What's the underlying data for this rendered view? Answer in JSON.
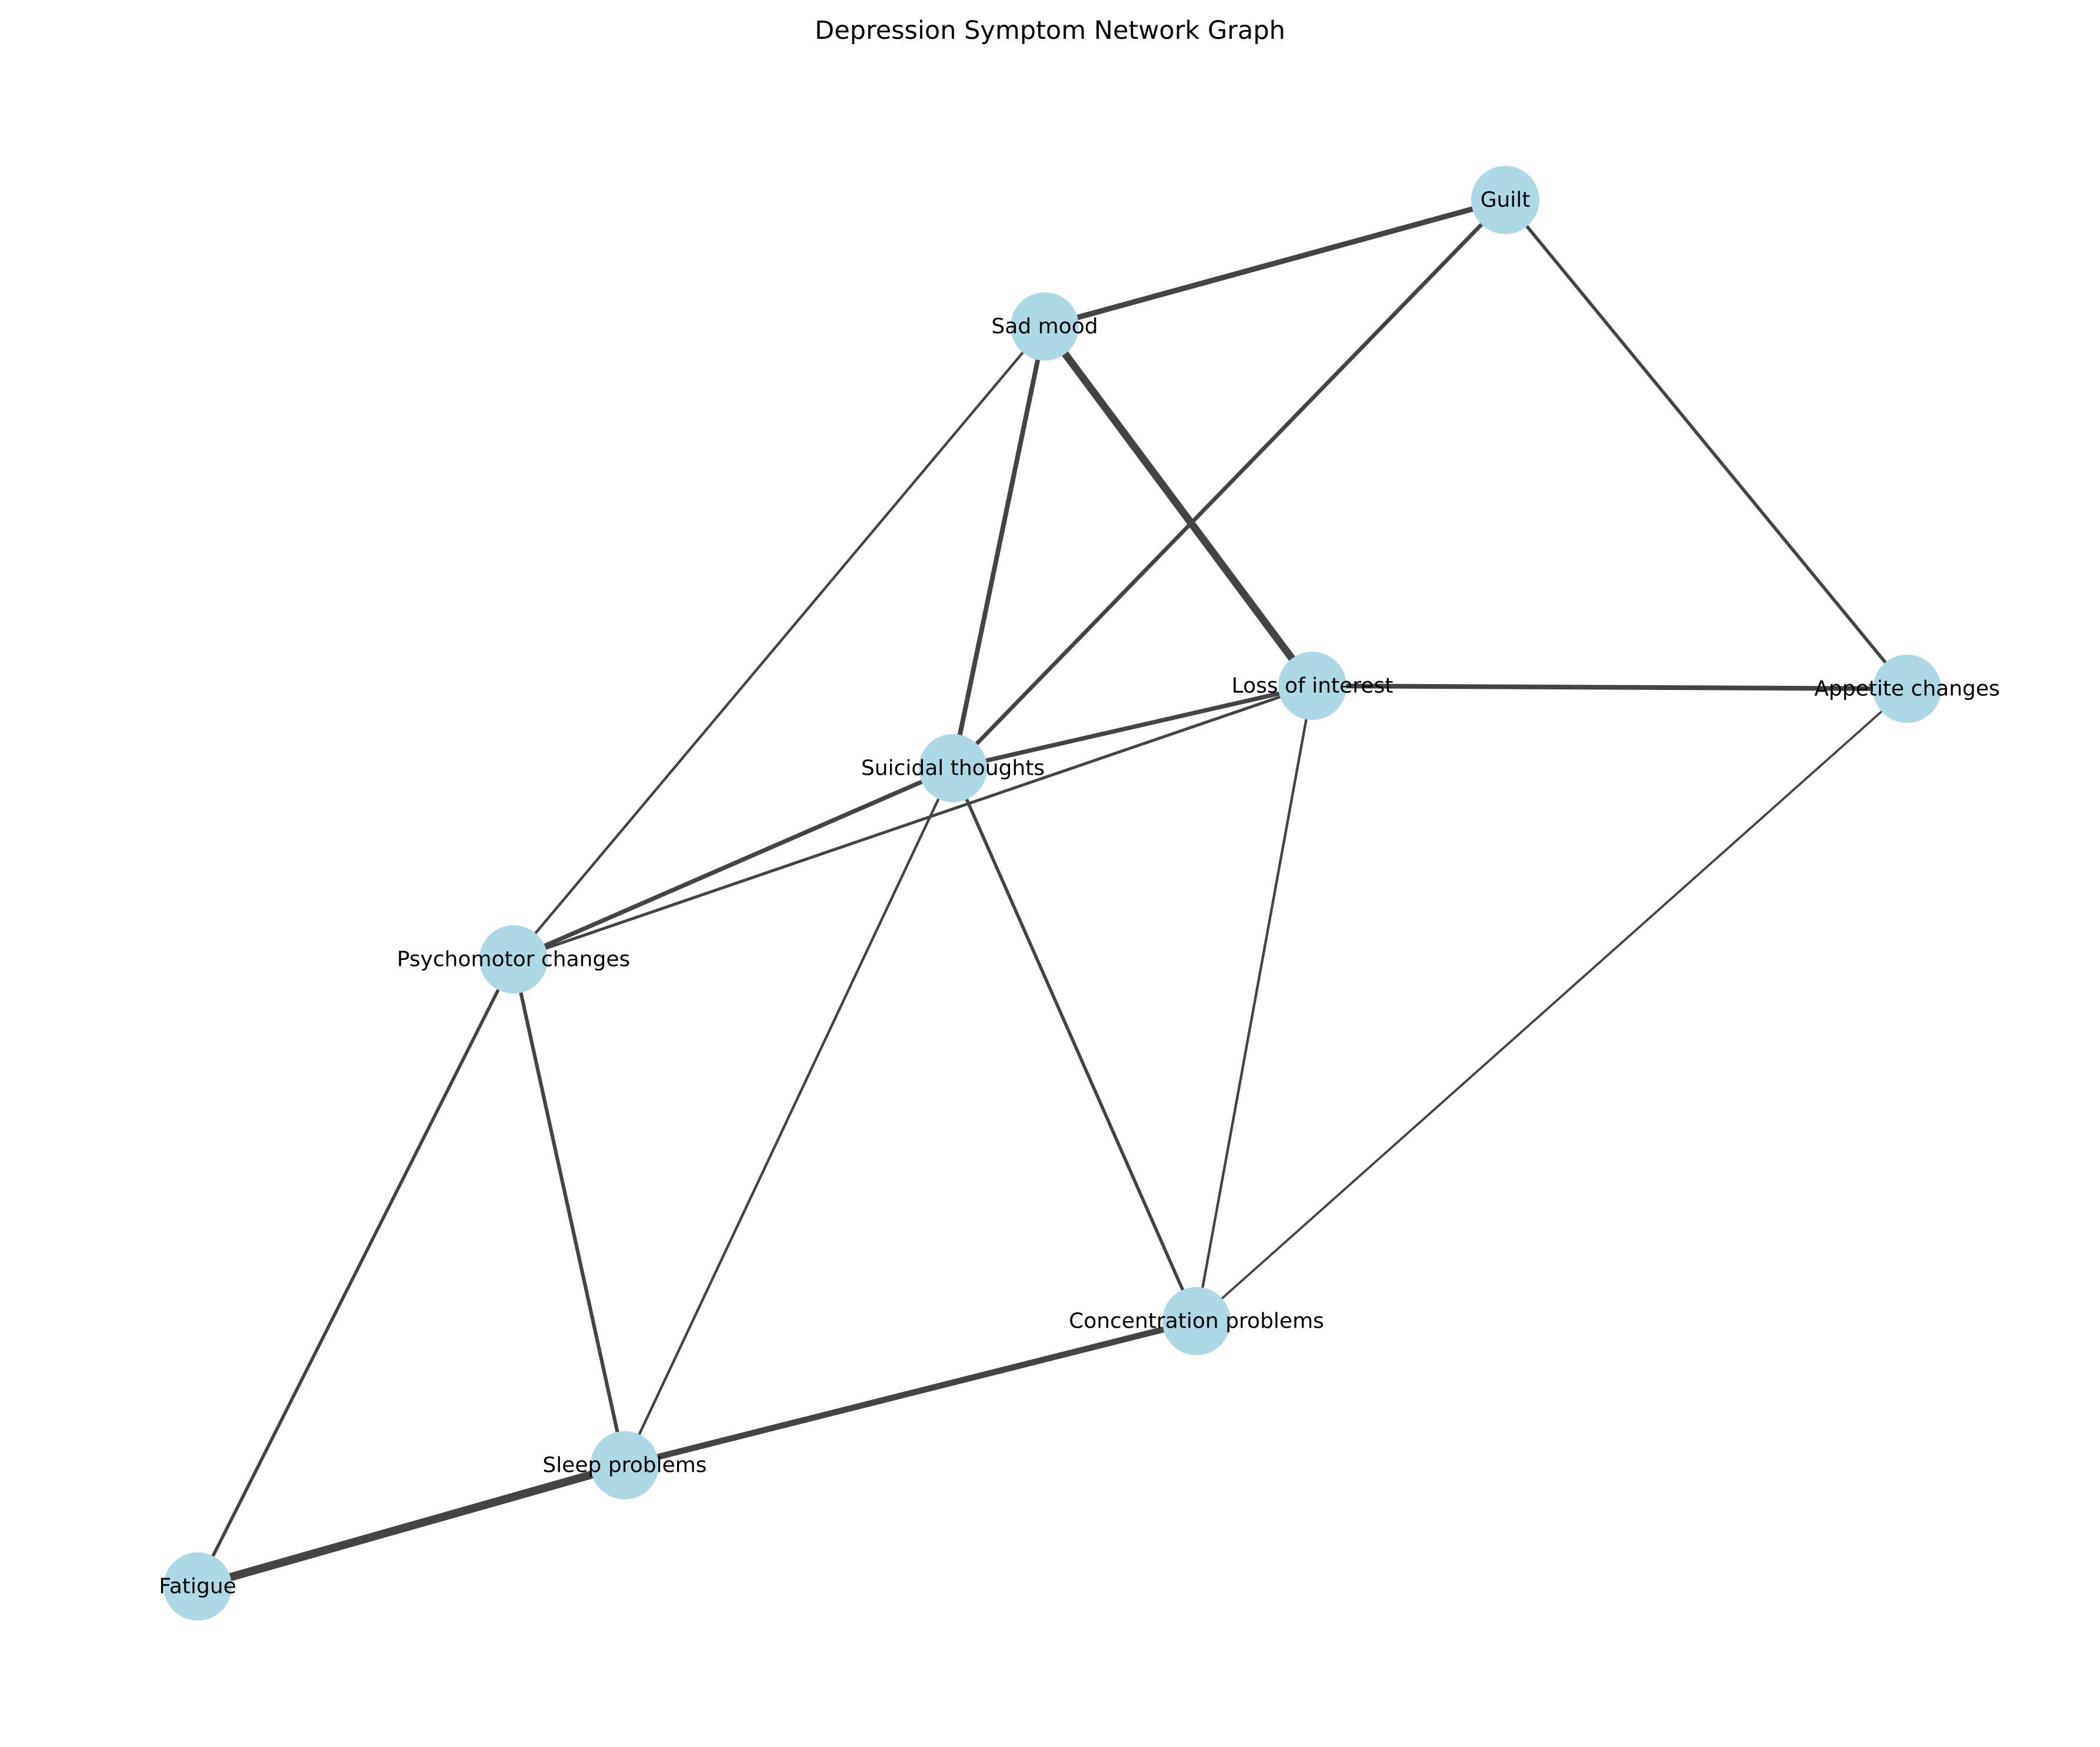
{
  "title": "Depression Symptom Network Graph",
  "colors": {
    "node_fill": "#add8e6",
    "edge": "#444444",
    "label": "#000000",
    "background": "#ffffff"
  },
  "nodes": [
    {
      "id": "sad_mood",
      "label": "Sad mood"
    },
    {
      "id": "guilt",
      "label": "Guilt"
    },
    {
      "id": "loss_of_interest",
      "label": "Loss of interest"
    },
    {
      "id": "appetite_changes",
      "label": "Appetite changes"
    },
    {
      "id": "suicidal_thoughts",
      "label": "Suicidal thoughts"
    },
    {
      "id": "psychomotor_changes",
      "label": "Psychomotor changes"
    },
    {
      "id": "concentration_problems",
      "label": "Concentration problems"
    },
    {
      "id": "sleep_problems",
      "label": "Sleep problems"
    },
    {
      "id": "fatigue",
      "label": "Fatigue"
    }
  ],
  "edges": [
    {
      "source": "sad_mood",
      "target": "guilt",
      "weight": 0.6
    },
    {
      "source": "sad_mood",
      "target": "loss_of_interest",
      "weight": 0.9
    },
    {
      "source": "sad_mood",
      "target": "suicidal_thoughts",
      "weight": 0.5
    },
    {
      "source": "sad_mood",
      "target": "psychomotor_changes",
      "weight": 0.2
    },
    {
      "source": "guilt",
      "target": "suicidal_thoughts",
      "weight": 0.4
    },
    {
      "source": "guilt",
      "target": "appetite_changes",
      "weight": 0.3
    },
    {
      "source": "loss_of_interest",
      "target": "appetite_changes",
      "weight": 0.5
    },
    {
      "source": "loss_of_interest",
      "target": "suicidal_thoughts",
      "weight": 0.45
    },
    {
      "source": "loss_of_interest",
      "target": "psychomotor_changes",
      "weight": 0.25
    },
    {
      "source": "loss_of_interest",
      "target": "concentration_problems",
      "weight": 0.2
    },
    {
      "source": "appetite_changes",
      "target": "concentration_problems",
      "weight": 0.15
    },
    {
      "source": "suicidal_thoughts",
      "target": "psychomotor_changes",
      "weight": 0.45
    },
    {
      "source": "suicidal_thoughts",
      "target": "concentration_problems",
      "weight": 0.3
    },
    {
      "source": "suicidal_thoughts",
      "target": "sleep_problems",
      "weight": 0.2
    },
    {
      "source": "psychomotor_changes",
      "target": "sleep_problems",
      "weight": 0.35
    },
    {
      "source": "psychomotor_changes",
      "target": "fatigue",
      "weight": 0.3
    },
    {
      "source": "concentration_problems",
      "target": "sleep_problems",
      "weight": 0.7
    },
    {
      "source": "sleep_problems",
      "target": "fatigue",
      "weight": 1.0
    }
  ]
}
